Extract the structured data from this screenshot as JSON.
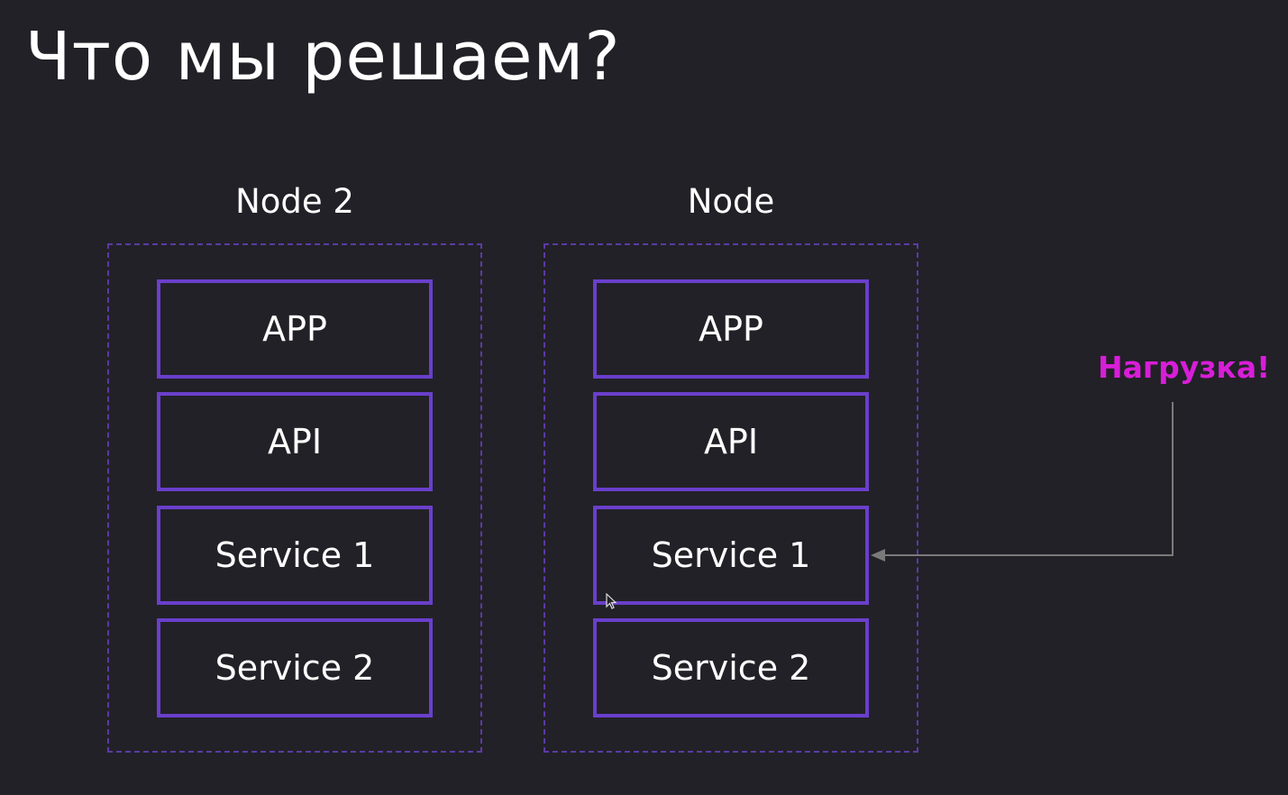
{
  "title": "Что мы решаем?",
  "nodes": [
    {
      "label": "Node 2",
      "components": [
        "APP",
        "API",
        "Service 1",
        "Service 2"
      ]
    },
    {
      "label": "Node",
      "components": [
        "APP",
        "API",
        "Service 1",
        "Service 2"
      ]
    }
  ],
  "load": {
    "label": "Нагрузка!",
    "target": "Service 1",
    "color": "#d81ed8"
  },
  "colors": {
    "background": "#222127",
    "box_border": "#6a3fcc",
    "frame_border": "#5b3aa3",
    "arrow": "#7a7a7a"
  }
}
